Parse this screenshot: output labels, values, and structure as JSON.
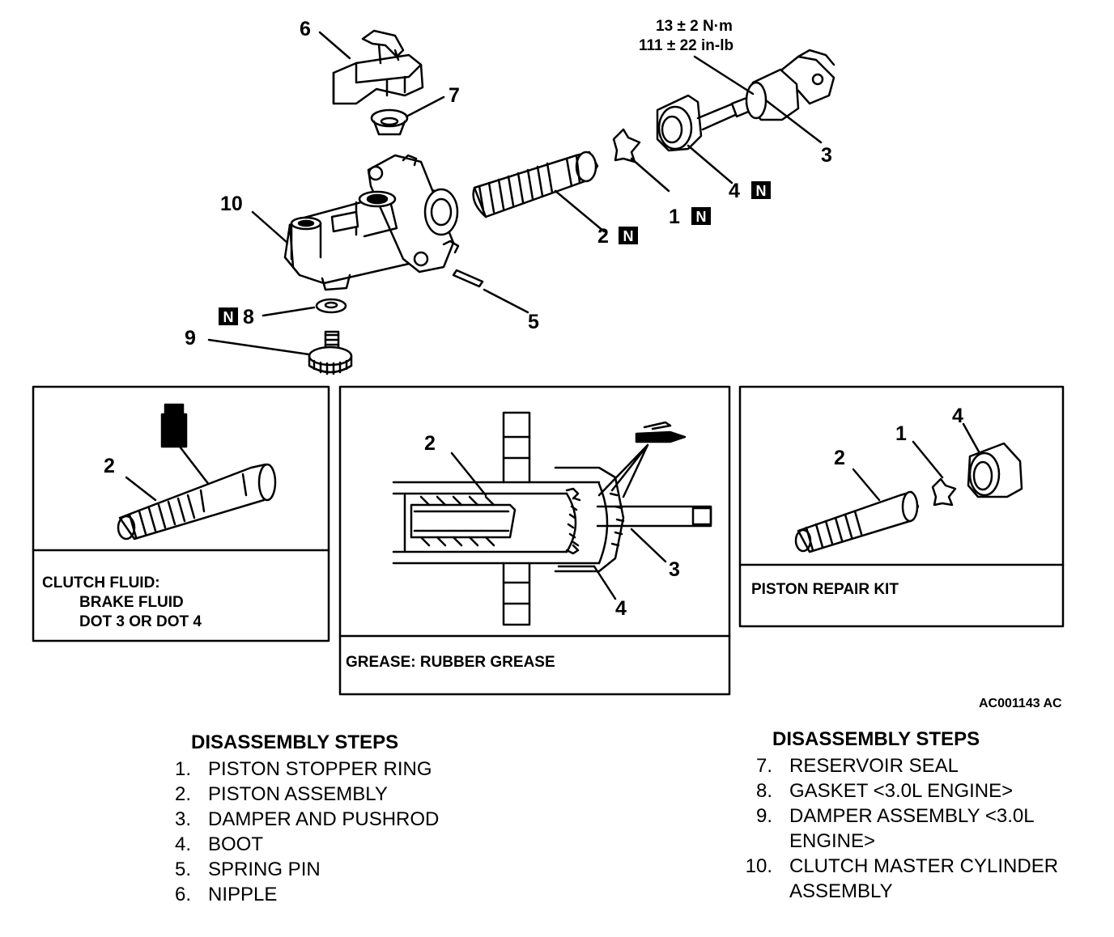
{
  "torque": {
    "metric": "13 ± 2 N·m",
    "imperial": "111 ± 22 in-lb"
  },
  "callouts": [
    "6",
    "7",
    "3",
    "10",
    "2",
    "1",
    "4",
    "8",
    "5",
    "9"
  ],
  "new_part_mark": "N",
  "panels": {
    "fluid": {
      "part": "2",
      "note_line1": "CLUTCH FLUID:",
      "note_line2": "BRAKE FLUID",
      "note_line3": "DOT 3 OR DOT 4"
    },
    "grease": {
      "parts": [
        "2",
        "3",
        "4"
      ],
      "note": "GREASE: RUBBER GREASE"
    },
    "kit": {
      "parts": [
        "2",
        "1",
        "4"
      ],
      "note": "PISTON REPAIR KIT"
    }
  },
  "figure_code": "AC001143 AC",
  "steps_left": {
    "title": "DISASSEMBLY STEPS",
    "items": [
      {
        "num": "1.",
        "text": "PISTON STOPPER RING"
      },
      {
        "num": "2.",
        "text": "PISTON ASSEMBLY"
      },
      {
        "num": "3.",
        "text": "DAMPER AND PUSHROD"
      },
      {
        "num": "4.",
        "text": "BOOT"
      },
      {
        "num": "5.",
        "text": "SPRING PIN"
      },
      {
        "num": "6.",
        "text": "NIPPLE"
      }
    ]
  },
  "steps_right": {
    "title": "DISASSEMBLY STEPS",
    "items": [
      {
        "num": "7.",
        "text": "RESERVOIR SEAL"
      },
      {
        "num": "8.",
        "text": "GASKET <3.0L ENGINE>"
      },
      {
        "num": "9.",
        "text": "DAMPER ASSEMBLY <3.0L ENGINE>"
      },
      {
        "num": "10.",
        "text": "CLUTCH MASTER CYLINDER ASSEMBLY"
      }
    ]
  }
}
